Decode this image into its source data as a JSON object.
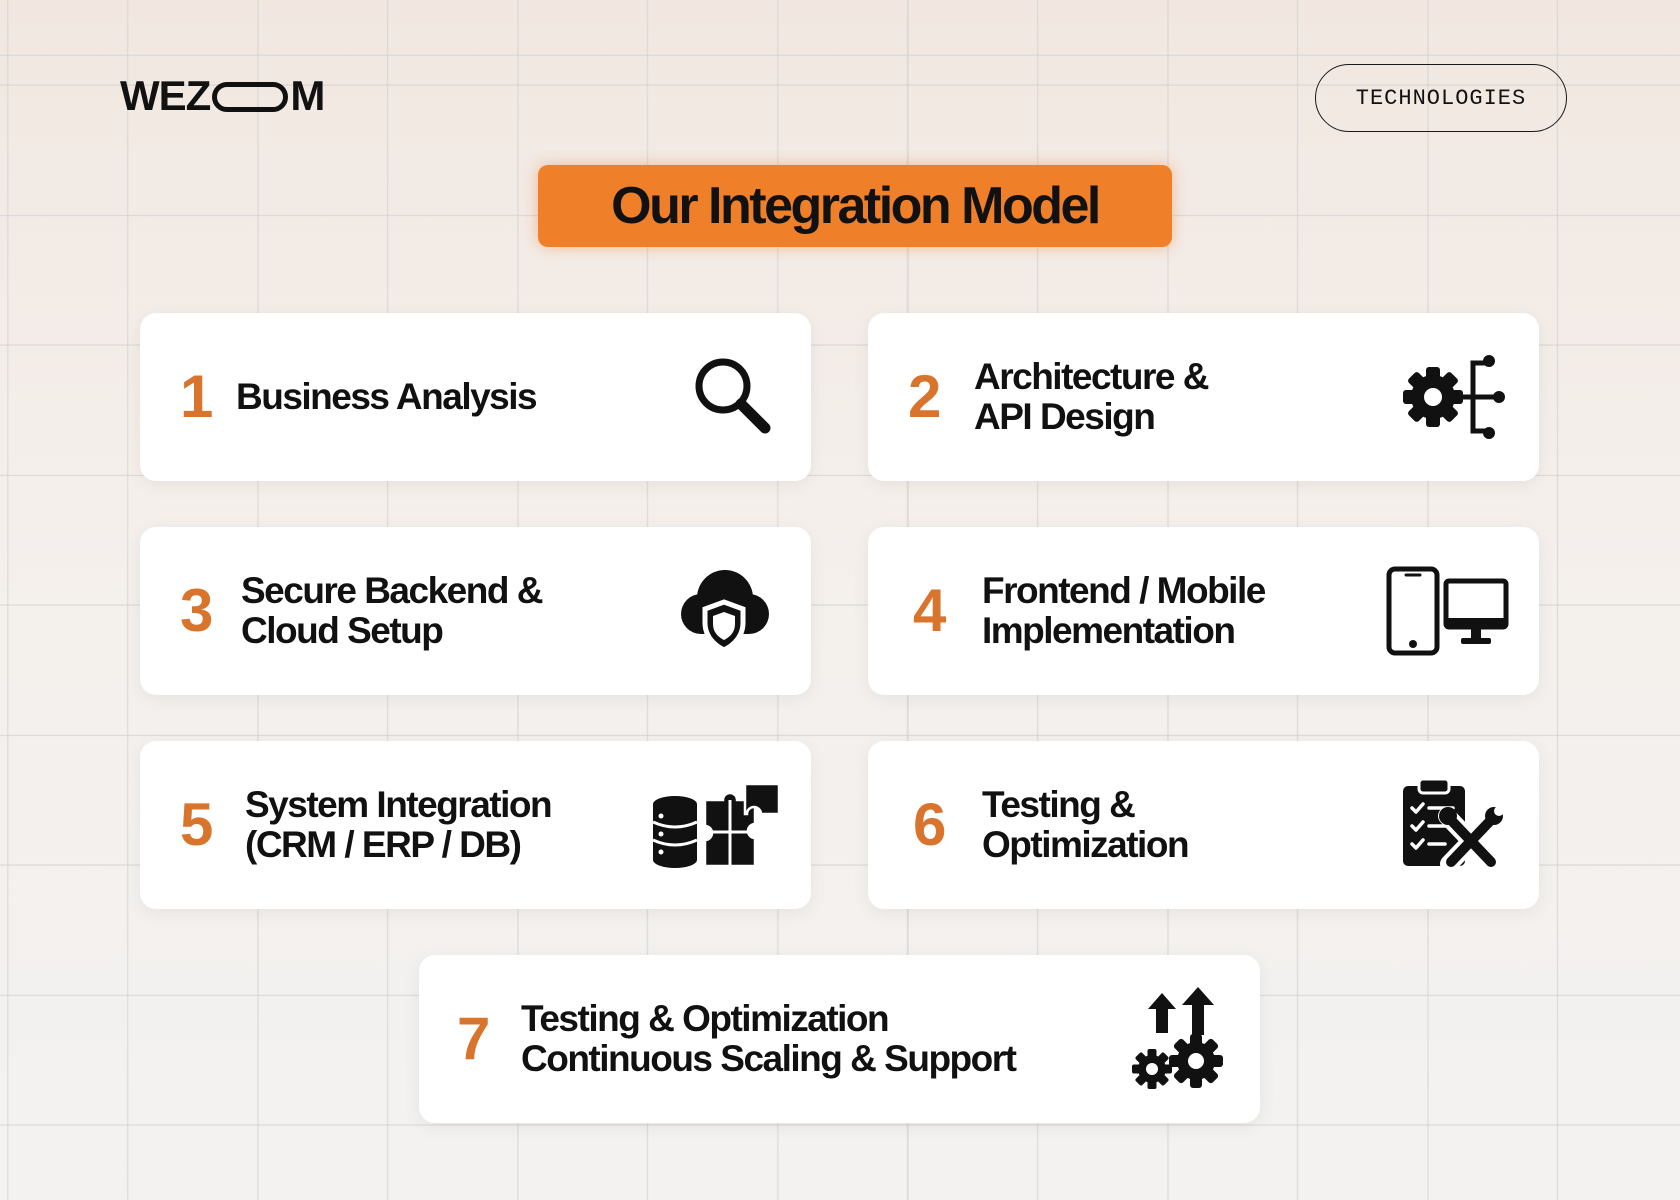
{
  "header": {
    "logo_text_left": "WEZ",
    "logo_text_right": "M",
    "nav_button": "TECHNOLOGIES"
  },
  "title": "Our Integration Model",
  "colors": {
    "accent": "#f07f2a",
    "number": "#d9742d",
    "text": "#111111",
    "card": "#ffffff"
  },
  "steps": [
    {
      "number": "1",
      "lines": [
        "Business Analysis"
      ],
      "icon": "magnifier-icon"
    },
    {
      "number": "2",
      "lines": [
        "Architecture &",
        "API Design"
      ],
      "icon": "gear-network-icon"
    },
    {
      "number": "3",
      "lines": [
        "Secure Backend &",
        "Cloud Setup"
      ],
      "icon": "cloud-shield-icon"
    },
    {
      "number": "4",
      "lines": [
        "Frontend / Mobile",
        "Implementation"
      ],
      "icon": "phone-desktop-icon"
    },
    {
      "number": "5",
      "lines": [
        "System Integration",
        "(CRM / ERP / DB)"
      ],
      "icon": "database-puzzle-icon"
    },
    {
      "number": "6",
      "lines": [
        "Testing &",
        "Optimization"
      ],
      "icon": "clipboard-tools-icon"
    },
    {
      "number": "7",
      "lines": [
        "Testing & Optimization",
        "Continuous Scaling & Support"
      ],
      "icon": "gears-arrows-icon"
    }
  ]
}
